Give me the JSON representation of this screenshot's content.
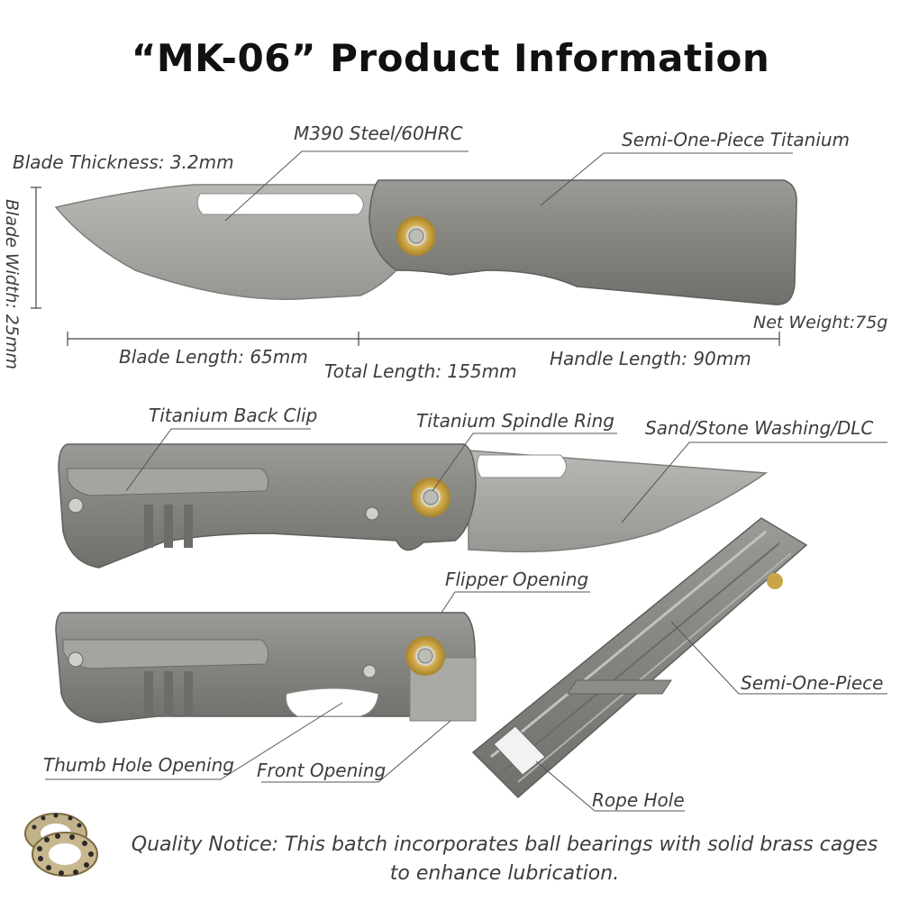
{
  "title": "“MK-06” Product Information",
  "specs": {
    "steel": "M390 Steel/60HRC",
    "handle_material": "Semi-One-Piece Titanium",
    "blade_thickness": "Blade Thickness: 3.2mm",
    "blade_width": "Blade Width: 25mm",
    "net_weight": "Net Weight:75g",
    "blade_length": "Blade Length: 65mm",
    "total_length": "Total Length: 155mm",
    "handle_length": "Handle Length: 90mm"
  },
  "features": {
    "back_clip": "Titanium Back Clip",
    "spindle_ring": "Titanium Spindle Ring",
    "finish": "Sand/Stone Washing/DLC",
    "flipper": "Flipper Opening",
    "semi_one_piece": "Semi-One-Piece",
    "thumb_hole": "Thumb Hole Opening",
    "front_opening": "Front Opening",
    "rope_hole": "Rope Hole"
  },
  "notice": {
    "line1": "Quality Notice: This batch incorporates ball bearings with solid brass cages",
    "line2": "to enhance lubrication."
  },
  "colors": {
    "titanium": "#8a8a86",
    "blade": "#a9a9a6",
    "brass": "#c9a548"
  }
}
